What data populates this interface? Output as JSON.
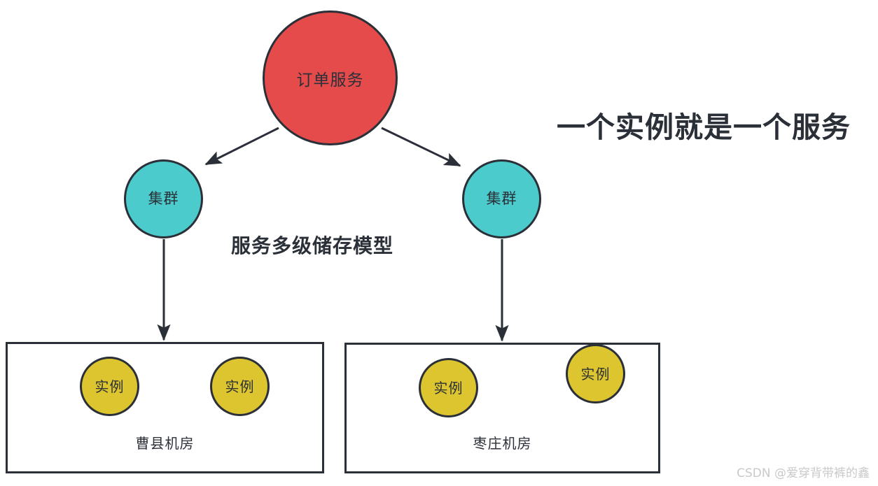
{
  "diagram": {
    "title_main": "一个实例就是一个服务",
    "subtitle": "服务多级储存模型",
    "service_node": {
      "label": "订单服务",
      "color": "#e54b4b"
    },
    "clusters": [
      {
        "label": "集群",
        "color": "#4bcbcb"
      },
      {
        "label": "集群",
        "color": "#4bcbcb"
      }
    ],
    "rooms": [
      {
        "caption": "曹县机房",
        "instances": [
          {
            "label": "实例",
            "color": "#dcc52e"
          },
          {
            "label": "实例",
            "color": "#dcc52e"
          }
        ]
      },
      {
        "caption": "枣庄机房",
        "instances": [
          {
            "label": "实例",
            "color": "#dcc52e"
          },
          {
            "label": "实例",
            "color": "#dcc52e"
          }
        ]
      }
    ],
    "stroke_color": "#2b3038",
    "background_color": "#ffffff"
  },
  "watermark": {
    "text": "CSDN @爱穿背带裤的鑫"
  }
}
